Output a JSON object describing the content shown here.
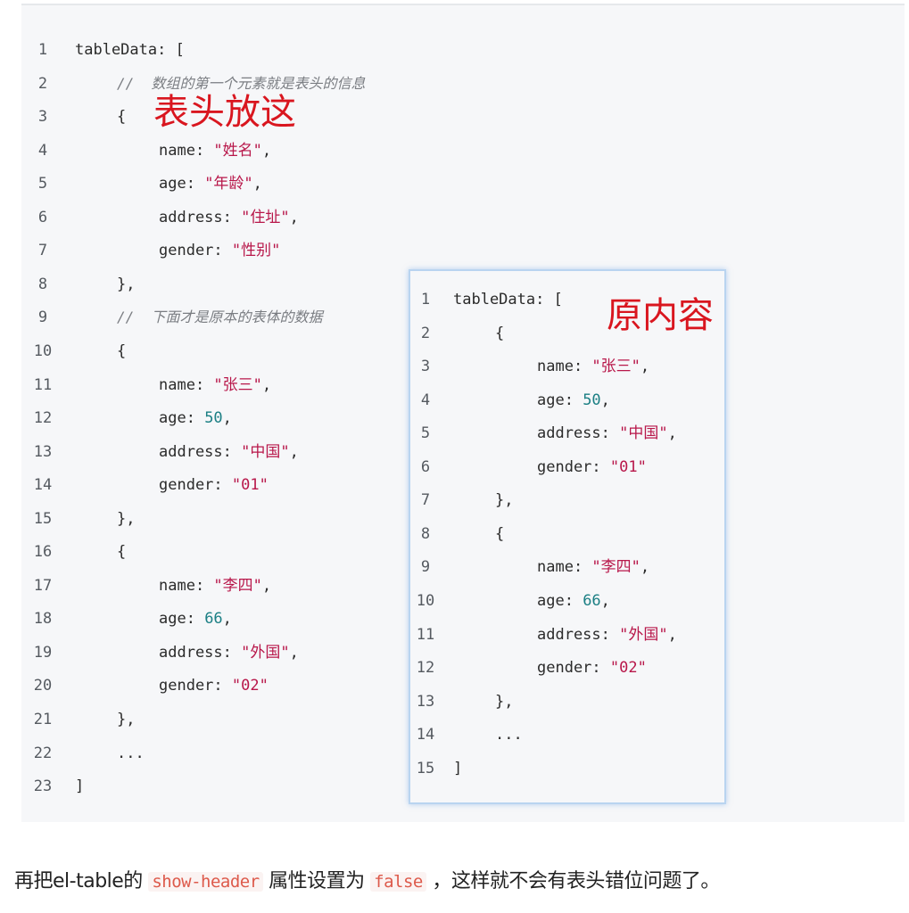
{
  "main_code": {
    "lines": [
      {
        "n": "1",
        "indent": 0,
        "parts": [
          {
            "t": "tableData: [",
            "c": "plain"
          }
        ]
      },
      {
        "n": "2",
        "indent": 1,
        "parts": [
          {
            "t": "//  数组的第一个元素就是表头的信息",
            "c": "comment"
          }
        ]
      },
      {
        "n": "3",
        "indent": 1,
        "parts": [
          {
            "t": "{",
            "c": "plain"
          }
        ]
      },
      {
        "n": "4",
        "indent": 2,
        "parts": [
          {
            "t": "name: ",
            "c": "plain"
          },
          {
            "t": "\"姓名\"",
            "c": "str"
          },
          {
            "t": ",",
            "c": "plain"
          }
        ]
      },
      {
        "n": "5",
        "indent": 2,
        "parts": [
          {
            "t": "age: ",
            "c": "plain"
          },
          {
            "t": "\"年龄\"",
            "c": "str"
          },
          {
            "t": ",",
            "c": "plain"
          }
        ]
      },
      {
        "n": "6",
        "indent": 2,
        "parts": [
          {
            "t": "address: ",
            "c": "plain"
          },
          {
            "t": "\"住址\"",
            "c": "str"
          },
          {
            "t": ",",
            "c": "plain"
          }
        ]
      },
      {
        "n": "7",
        "indent": 2,
        "parts": [
          {
            "t": "gender: ",
            "c": "plain"
          },
          {
            "t": "\"性别\"",
            "c": "str"
          }
        ]
      },
      {
        "n": "8",
        "indent": 1,
        "parts": [
          {
            "t": "},",
            "c": "plain"
          }
        ]
      },
      {
        "n": "9",
        "indent": 1,
        "parts": [
          {
            "t": "//  下面才是原本的表体的数据",
            "c": "comment"
          }
        ]
      },
      {
        "n": "10",
        "indent": 1,
        "parts": [
          {
            "t": "{",
            "c": "plain"
          }
        ]
      },
      {
        "n": "11",
        "indent": 2,
        "parts": [
          {
            "t": "name: ",
            "c": "plain"
          },
          {
            "t": "\"张三\"",
            "c": "str"
          },
          {
            "t": ",",
            "c": "plain"
          }
        ]
      },
      {
        "n": "12",
        "indent": 2,
        "parts": [
          {
            "t": "age: ",
            "c": "plain"
          },
          {
            "t": "50",
            "c": "num"
          },
          {
            "t": ",",
            "c": "plain"
          }
        ]
      },
      {
        "n": "13",
        "indent": 2,
        "parts": [
          {
            "t": "address: ",
            "c": "plain"
          },
          {
            "t": "\"中国\"",
            "c": "str"
          },
          {
            "t": ",",
            "c": "plain"
          }
        ]
      },
      {
        "n": "14",
        "indent": 2,
        "parts": [
          {
            "t": "gender: ",
            "c": "plain"
          },
          {
            "t": "\"01\"",
            "c": "str"
          }
        ]
      },
      {
        "n": "15",
        "indent": 1,
        "parts": [
          {
            "t": "},",
            "c": "plain"
          }
        ]
      },
      {
        "n": "16",
        "indent": 1,
        "parts": [
          {
            "t": "{",
            "c": "plain"
          }
        ]
      },
      {
        "n": "17",
        "indent": 2,
        "parts": [
          {
            "t": "name: ",
            "c": "plain"
          },
          {
            "t": "\"李四\"",
            "c": "str"
          },
          {
            "t": ",",
            "c": "plain"
          }
        ]
      },
      {
        "n": "18",
        "indent": 2,
        "parts": [
          {
            "t": "age: ",
            "c": "plain"
          },
          {
            "t": "66",
            "c": "num"
          },
          {
            "t": ",",
            "c": "plain"
          }
        ]
      },
      {
        "n": "19",
        "indent": 2,
        "parts": [
          {
            "t": "address: ",
            "c": "plain"
          },
          {
            "t": "\"外国\"",
            "c": "str"
          },
          {
            "t": ",",
            "c": "plain"
          }
        ]
      },
      {
        "n": "20",
        "indent": 2,
        "parts": [
          {
            "t": "gender: ",
            "c": "plain"
          },
          {
            "t": "\"02\"",
            "c": "str"
          }
        ]
      },
      {
        "n": "21",
        "indent": 1,
        "parts": [
          {
            "t": "},",
            "c": "plain"
          }
        ]
      },
      {
        "n": "22",
        "indent": 1,
        "parts": [
          {
            "t": "...",
            "c": "plain"
          }
        ]
      },
      {
        "n": "23",
        "indent": 0,
        "parts": [
          {
            "t": "]",
            "c": "plain"
          }
        ]
      }
    ],
    "annotation": "表头放这"
  },
  "inner_code": {
    "lines": [
      {
        "n": "1",
        "indent": 0,
        "parts": [
          {
            "t": "tableData: [",
            "c": "plain"
          }
        ]
      },
      {
        "n": "2",
        "indent": 1,
        "parts": [
          {
            "t": "{",
            "c": "plain"
          }
        ]
      },
      {
        "n": "3",
        "indent": 2,
        "parts": [
          {
            "t": "name: ",
            "c": "plain"
          },
          {
            "t": "\"张三\"",
            "c": "str"
          },
          {
            "t": ",",
            "c": "plain"
          }
        ]
      },
      {
        "n": "4",
        "indent": 2,
        "parts": [
          {
            "t": "age: ",
            "c": "plain"
          },
          {
            "t": "50",
            "c": "num"
          },
          {
            "t": ",",
            "c": "plain"
          }
        ]
      },
      {
        "n": "5",
        "indent": 2,
        "parts": [
          {
            "t": "address: ",
            "c": "plain"
          },
          {
            "t": "\"中国\"",
            "c": "str"
          },
          {
            "t": ",",
            "c": "plain"
          }
        ]
      },
      {
        "n": "6",
        "indent": 2,
        "parts": [
          {
            "t": "gender: ",
            "c": "plain"
          },
          {
            "t": "\"01\"",
            "c": "str"
          }
        ]
      },
      {
        "n": "7",
        "indent": 1,
        "parts": [
          {
            "t": "},",
            "c": "plain"
          }
        ]
      },
      {
        "n": "8",
        "indent": 1,
        "parts": [
          {
            "t": "{",
            "c": "plain"
          }
        ]
      },
      {
        "n": "9",
        "indent": 2,
        "parts": [
          {
            "t": "name: ",
            "c": "plain"
          },
          {
            "t": "\"李四\"",
            "c": "str"
          },
          {
            "t": ",",
            "c": "plain"
          }
        ]
      },
      {
        "n": "10",
        "indent": 2,
        "parts": [
          {
            "t": "age: ",
            "c": "plain"
          },
          {
            "t": "66",
            "c": "num"
          },
          {
            "t": ",",
            "c": "plain"
          }
        ]
      },
      {
        "n": "11",
        "indent": 2,
        "parts": [
          {
            "t": "address: ",
            "c": "plain"
          },
          {
            "t": "\"外国\"",
            "c": "str"
          },
          {
            "t": ",",
            "c": "plain"
          }
        ]
      },
      {
        "n": "12",
        "indent": 2,
        "parts": [
          {
            "t": "gender: ",
            "c": "plain"
          },
          {
            "t": "\"02\"",
            "c": "str"
          }
        ]
      },
      {
        "n": "13",
        "indent": 1,
        "parts": [
          {
            "t": "},",
            "c": "plain"
          }
        ]
      },
      {
        "n": "14",
        "indent": 1,
        "parts": [
          {
            "t": "...",
            "c": "plain"
          }
        ]
      },
      {
        "n": "15",
        "indent": 0,
        "parts": [
          {
            "t": "]",
            "c": "plain"
          }
        ]
      }
    ],
    "annotation": "原内容"
  },
  "caption": {
    "part1": "再把el-table的",
    "code1": "show-header",
    "part2": "属性设置为",
    "code2": "false",
    "part3": "，这样就不会有表头错位问题了。"
  },
  "colors": {
    "code_background": "#f6f7f9",
    "string": "#b8174a",
    "number": "#1b7f84",
    "comment": "#7a7d82",
    "annotation_red": "#d9161f",
    "inline_code": "#dd5a4b",
    "inner_panel_border": "#b9d4f0"
  }
}
